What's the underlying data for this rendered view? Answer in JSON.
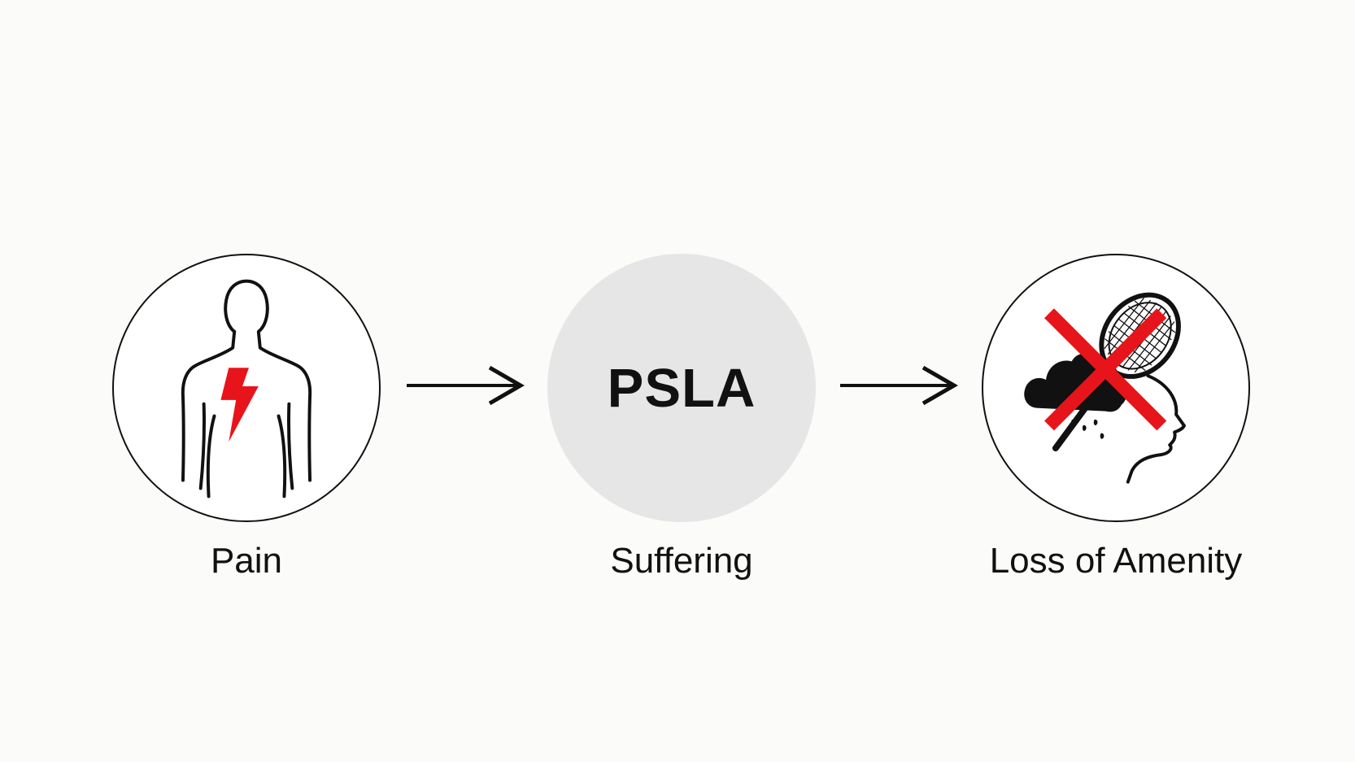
{
  "diagram": {
    "nodes": [
      {
        "id": "pain",
        "label": "Pain",
        "icon": "body-with-lightning-icon",
        "accent": "#e8141b"
      },
      {
        "id": "psla",
        "text": "PSLA",
        "label": "Suffering",
        "fill": "#e6e6e6"
      },
      {
        "id": "amenity",
        "label": "Loss of Amenity",
        "icon": "head-cloud-racket-crossed-icon",
        "accent": "#e8141b"
      }
    ],
    "edges": [
      {
        "from": "pain",
        "to": "psla"
      },
      {
        "from": "psla",
        "to": "amenity"
      }
    ]
  }
}
